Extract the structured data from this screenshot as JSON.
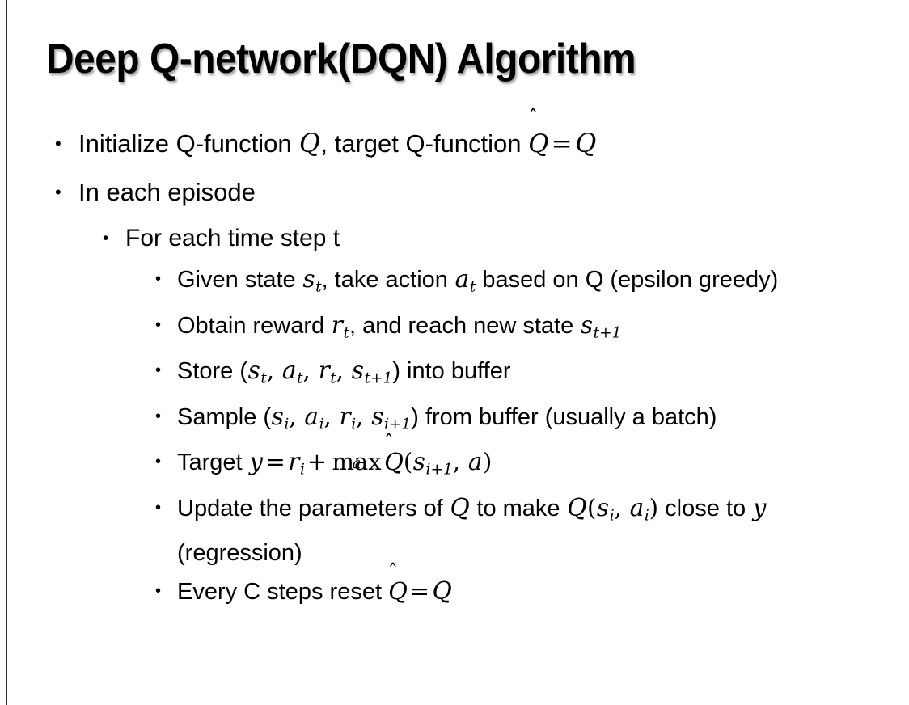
{
  "slide": {
    "title": "Deep Q-network(DQN) Algorithm",
    "background_color": "#ffffff",
    "text_color": "#000000",
    "edge_rule_color": "#2b2b2b"
  },
  "bullets": {
    "b1": {
      "level": 1,
      "marker": "•",
      "text_plain": "Initialize Q-function Q, target Q-function Q̂ = Q",
      "seg_before": "Initialize Q-function ",
      "var_q1": "Q",
      "seg_mid": ", target Q-function ",
      "var_qhat": "Q",
      "accent": "̂",
      "eq": "=",
      "var_q2": "Q"
    },
    "b2": {
      "level": 1,
      "marker": "•",
      "text_plain": "In each episode"
    },
    "b3": {
      "level": 2,
      "marker": "•",
      "text_plain": "For each time step t"
    },
    "b4": {
      "level": 3,
      "marker": "•",
      "text_plain": "Given state s_t, take action a_t based on Q (epsilon greedy)",
      "seg_a": "Given state ",
      "var_s": "s",
      "sub_s": "t",
      "seg_b": ", take action ",
      "var_a": "a",
      "sub_a": "t",
      "seg_c": " based on Q (epsilon greedy)"
    },
    "b5": {
      "level": 3,
      "marker": "•",
      "text_plain": "Obtain reward r_t, and reach new state s_{t+1}",
      "seg_a": "Obtain reward ",
      "var_r": "r",
      "sub_r": "t",
      "seg_b": ", and reach new state ",
      "var_s": "s",
      "sub_s": "t+1"
    },
    "b6": {
      "level": 3,
      "marker": "•",
      "text_plain": "Store (s_t, a_t, r_t, s_{t+1}) into buffer",
      "seg_a": "Store (",
      "var_s1": "s",
      "sub_s1": "t",
      "sep1": ", ",
      "var_a": "a",
      "sub_a": "t",
      "sep2": ", ",
      "var_r": "r",
      "sub_r": "t",
      "sep3": ", ",
      "var_s2": "s",
      "sub_s2": "t+1",
      "seg_b": ") into buffer"
    },
    "b7": {
      "level": 3,
      "marker": "•",
      "text_plain": "Sample (s_i, a_i, r_i, s_{i+1}) from buffer (usually a batch)",
      "seg_a": "Sample (",
      "var_s1": "s",
      "sub_s1": "i",
      "sep1": ", ",
      "var_a": "a",
      "sub_a": "i",
      "sep2": ", ",
      "var_r": "r",
      "sub_r": "i",
      "sep3": ", ",
      "var_s2": "s",
      "sub_s2": "i+1",
      "seg_b": ") from buffer (usually a batch)"
    },
    "b8": {
      "level": 3,
      "marker": "•",
      "text_plain": "Target y = r_i + max_a Q̂(s_{i+1}, a)",
      "seg_a": "Target ",
      "var_y": "y",
      "eq": "=",
      "var_r": "r",
      "sub_r": "i",
      "plus": "+",
      "max_op": "max",
      "max_limit": "a",
      "var_qhat": "Q",
      "accent": "̂",
      "paren_open": "(",
      "var_s": "s",
      "sub_s": "i+1",
      "sep": ", ",
      "var_a": "a",
      "paren_close": ")"
    },
    "b9": {
      "level": 3,
      "marker": "•",
      "text_plain": "Update the parameters of Q to make Q(s_i, a_i) close to y (regression)",
      "seg_a": "Update the parameters of ",
      "var_q1": "Q",
      "seg_b": " to make ",
      "var_q2": "Q",
      "paren_open": "(",
      "var_s": "s",
      "sub_s": "i",
      "sep": ", ",
      "var_a": "a",
      "sub_a": "i",
      "paren_close": ")",
      "seg_c": " close to ",
      "var_y": "y",
      "seg_d": " (regression)"
    },
    "b10": {
      "level": 3,
      "marker": "•",
      "text_plain": "Every C steps reset Q̂ = Q",
      "seg_a": "Every C steps reset ",
      "var_qhat": "Q",
      "accent": "̂",
      "eq": "=",
      "var_q": "Q"
    }
  }
}
